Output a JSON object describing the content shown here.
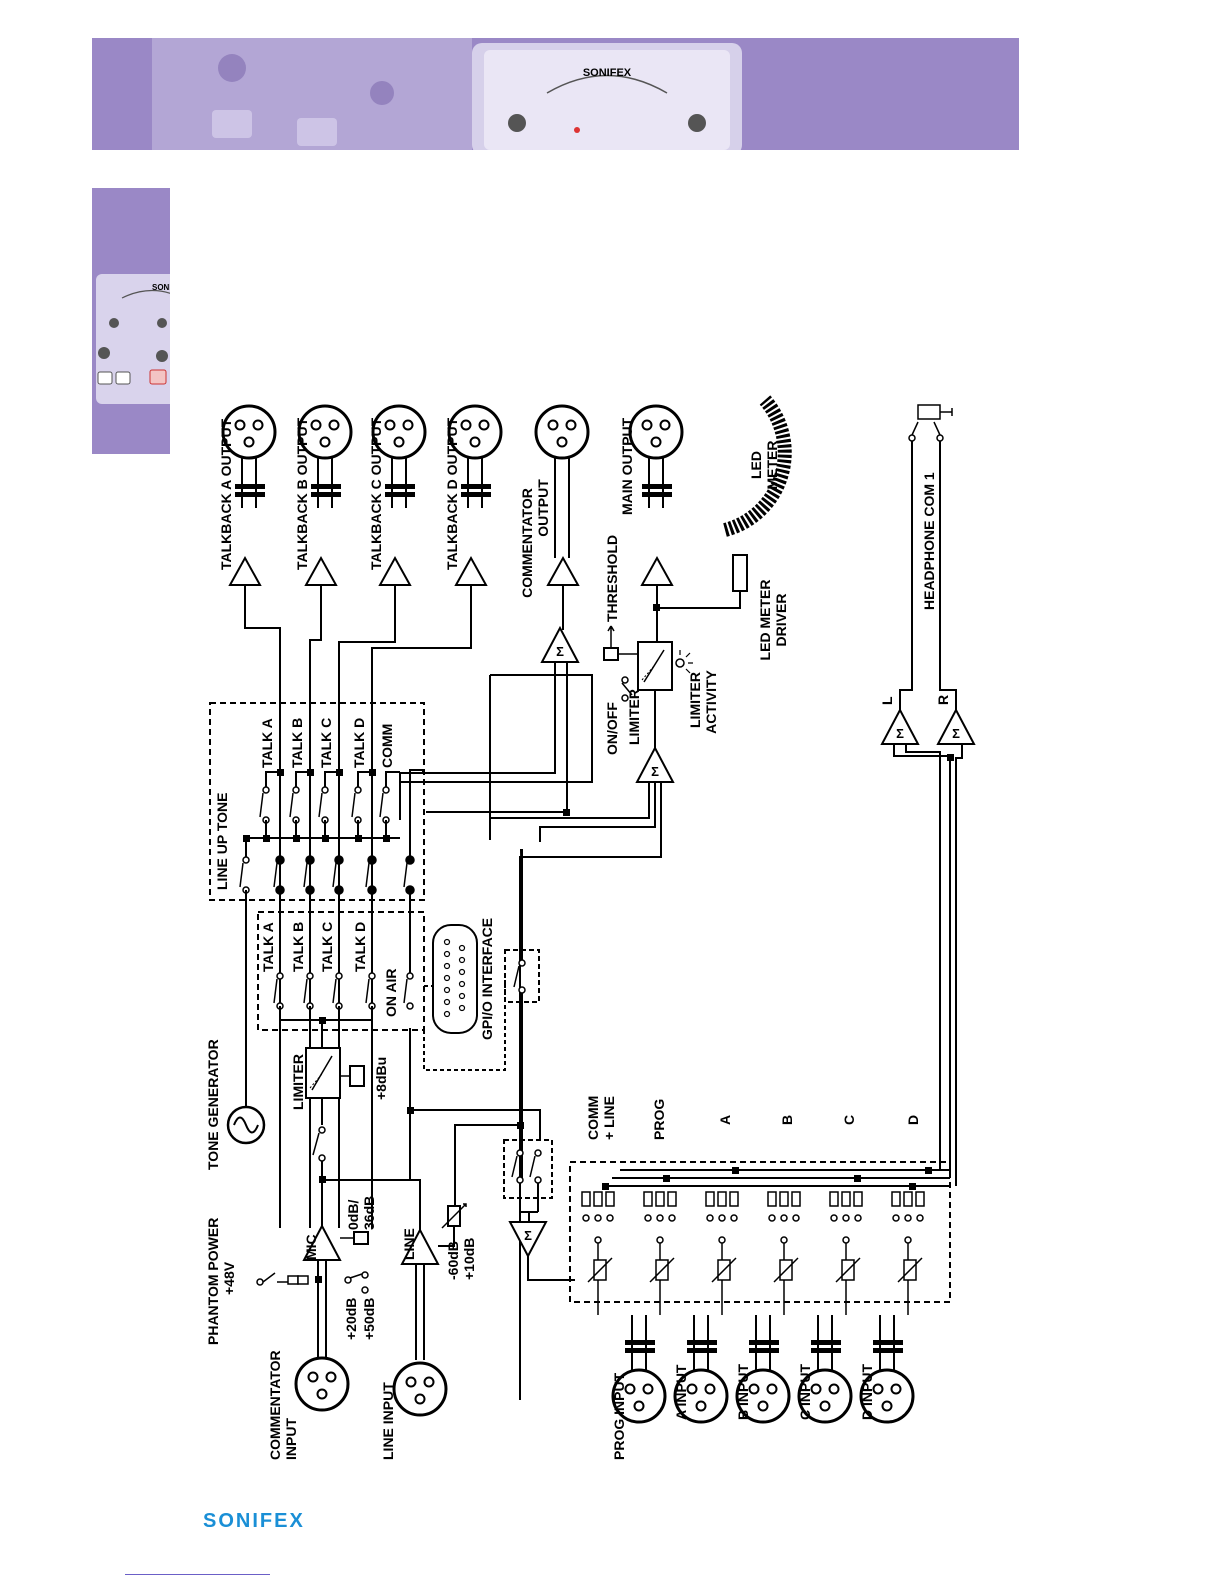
{
  "header": {
    "brand_on_device": "SONIFEX"
  },
  "side_tab": {
    "brand_on_device": "SONIFEX"
  },
  "labels": {
    "talkback_a_output": "TALKBACK A OUTPUT",
    "talkback_b_output": "TALKBACK B OUTPUT",
    "talkback_c_output": "TALKBACK C OUTPUT",
    "talkback_d_output": "TALKBACK D OUTPUT",
    "commentator_output_1": "COMMENTATOR",
    "commentator_output_2": "OUTPUT",
    "main_output": "MAIN OUTPUT",
    "led_meter_1": "LED",
    "led_meter_2": "METER",
    "threshold": "THRESHOLD",
    "led_meter_driver_1": "LED METER",
    "led_meter_driver_2": "DRIVER",
    "limiter_activity_1": "LIMITER",
    "limiter_activity_2": "ACTIVITY",
    "on_off": "ON/OFF",
    "limiter_main": "LIMITER",
    "headphone_com1": "HEADPHONE COM 1",
    "headphone_l": "L",
    "headphone_r": "R",
    "line_up_tone": "LINE UP TONE",
    "talk_a_top": "TALK A",
    "talk_b_top": "TALK B",
    "talk_c_top": "TALK C",
    "talk_d_top": "TALK D",
    "comm_top": "COMM",
    "talk_a_low": "TALK A",
    "talk_b_low": "TALK B",
    "talk_c_low": "TALK C",
    "talk_d_low": "TALK D",
    "on_air": "ON AIR",
    "gpio_interface": "GPI/O INTERFACE",
    "tone_generator": "TONE GENERATOR",
    "limiter_mic": "LIMITER",
    "plus8dbu": "+8dBu",
    "comm_line_1": "COMM",
    "comm_line_2": "+ LINE",
    "prog": "PROG",
    "bus_a": "A",
    "bus_b": "B",
    "bus_c": "C",
    "bus_d": "D",
    "phantom_power_1": "PHANTOM POWER",
    "phantom_power_2": "+48V",
    "mic": "MIC",
    "gain_0db_1": "0dB/",
    "gain_0db_2": "36dB",
    "gain_20db": "+20dB",
    "gain_50db": "+50dB",
    "line": "LINE",
    "line_gain_1": "-60dB",
    "line_gain_2": "+10dB",
    "commentator_input_1": "COMMENTATOR",
    "commentator_input_2": "INPUT",
    "line_input": "LINE INPUT",
    "prog_input": "PROG INPUT",
    "a_input": "A INPUT",
    "b_input": "B INPUT",
    "c_input": "C INPUT",
    "d_input": "D INPUT",
    "sigma": "Σ"
  },
  "footer": {
    "logo": "SONIFEX"
  }
}
